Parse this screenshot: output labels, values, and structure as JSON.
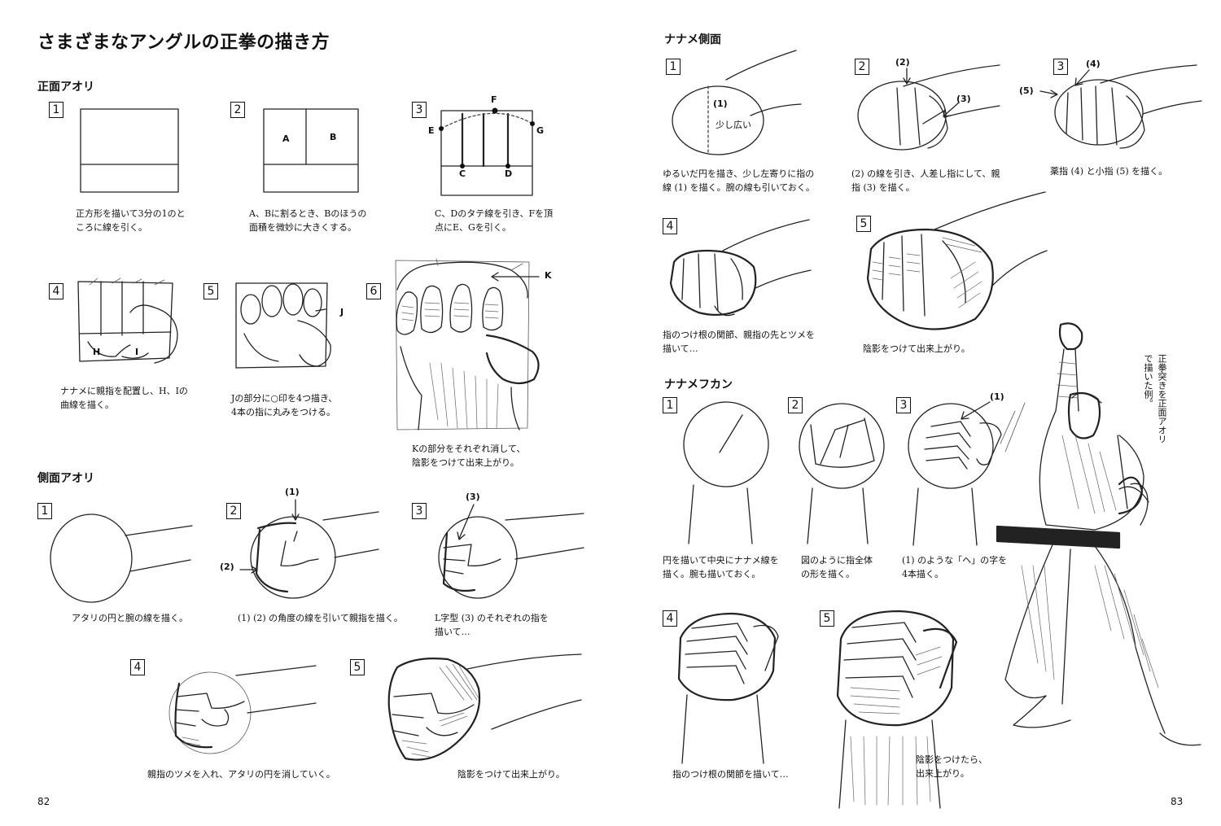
{
  "title": "さまざまなアングルの正拳の描き方",
  "sections": {
    "front_aori": "正面アオリ",
    "side_aori": "側面アオリ",
    "naname_side": "ナナメ側面",
    "naname_fukan": "ナナメフカン"
  },
  "step_numbers": [
    "1",
    "2",
    "3",
    "4",
    "5",
    "6"
  ],
  "labels": {
    "a": "A",
    "b": "B",
    "c": "C",
    "d": "D",
    "e": "E",
    "f": "F",
    "g": "G",
    "h": "H",
    "i": "I",
    "j": "J",
    "k": "K",
    "p1": "(1)",
    "p2": "(2)",
    "p3": "(3)",
    "p4": "(4)",
    "p5": "(5)",
    "sukoshi_hiroi": "少し広い"
  },
  "captions": {
    "front": [
      "正方形を描いて3分の1のと\nころに線を引く。",
      "A、Bに割るとき、Bのほうの\n面積を微妙に大きくする。",
      "C、Dのタテ線を引き、Fを頂\n点にE、Gを引く。",
      "ナナメに親指を配置し、H、Iの\n曲線を描く。",
      "Jの部分に○印を4つ描き、\n4本の指に丸みをつける。",
      "Kの部分をそれぞれ消して、\n陰影をつけて出来上がり。"
    ],
    "side": [
      "アタリの円と腕の線を描く。",
      "(1) (2) の角度の線を引いて親指を描く。",
      "L字型 (3) のそれぞれの指を\n描いて…",
      "親指のツメを入れ、アタリの円を消していく。",
      "陰影をつけて出来上がり。"
    ],
    "naname_side": [
      "ゆるいだ円を描き、少し左寄りに指の\n線 (1) を描く。腕の線も引いておく。",
      "(2) の線を引き、人差し指にして、親\n指 (3) を描く。",
      "薬指 (4) と小指 (5) を描く。",
      "指のつけ根の関節、親指の先とツメを\n描いて…",
      "陰影をつけて出来上がり。"
    ],
    "naname_fukan": [
      "円を描いて中央にナナメ線を\n描く。腕も描いておく。",
      "図のように指全体\nの形を描く。",
      "(1) のような「ヘ」の字を\n4本描く。",
      "指のつけ根の関節を描いて…",
      "陰影をつけたら、\n出来上がり。"
    ],
    "figure_note": "正拳突きを正面アオリ\nで描いた例。"
  },
  "page_numbers": {
    "left": "82",
    "right": "83"
  }
}
